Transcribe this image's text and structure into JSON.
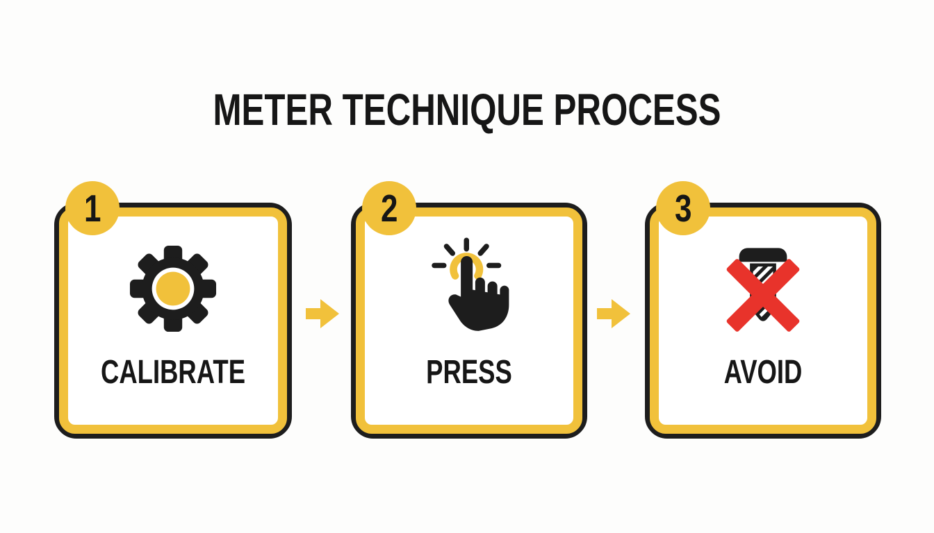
{
  "title": "METER TECHNIQUE PROCESS",
  "steps": [
    {
      "number": "1",
      "label": "CALIBRATE",
      "icon": "gear-icon"
    },
    {
      "number": "2",
      "label": "PRESS",
      "icon": "tap-finger-icon"
    },
    {
      "number": "3",
      "label": "AVOID",
      "icon": "crossed-screw-icon"
    }
  ],
  "arrows": [
    {
      "icon": "arrow-right-icon"
    },
    {
      "icon": "arrow-right-icon"
    }
  ],
  "colors": {
    "accent_yellow": "#F1C13B",
    "outline_black": "#1D1D1D",
    "cross_red": "#E8332B",
    "text": "#161616",
    "background": "#FDFDFC"
  }
}
